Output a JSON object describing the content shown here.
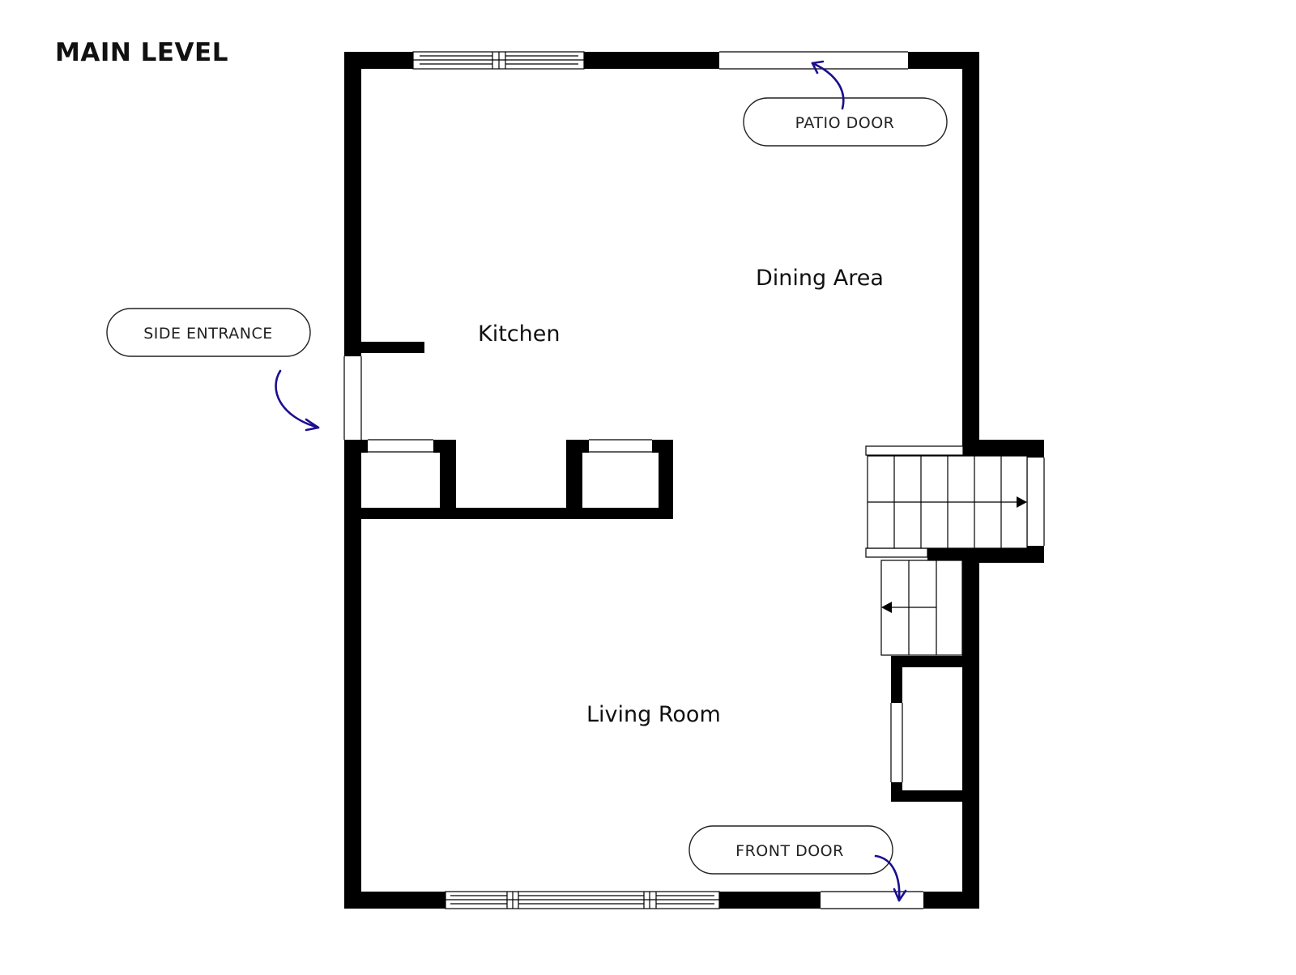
{
  "title": "MAIN LEVEL",
  "rooms": {
    "kitchen": "Kitchen",
    "dining_area": "Dining Area",
    "living_room": "Living Room"
  },
  "callouts": {
    "side_entrance": "SIDE ENTRANCE",
    "patio_door": "PATIO DOOR",
    "front_door": "FRONT DOOR"
  },
  "colors": {
    "wall": "#000000",
    "arrow": "#1a0e8f",
    "background": "#ffffff"
  },
  "icons": {
    "entry_arrow": "curved-arrow-icon",
    "stair_direction": "triangle-arrow-icon"
  }
}
